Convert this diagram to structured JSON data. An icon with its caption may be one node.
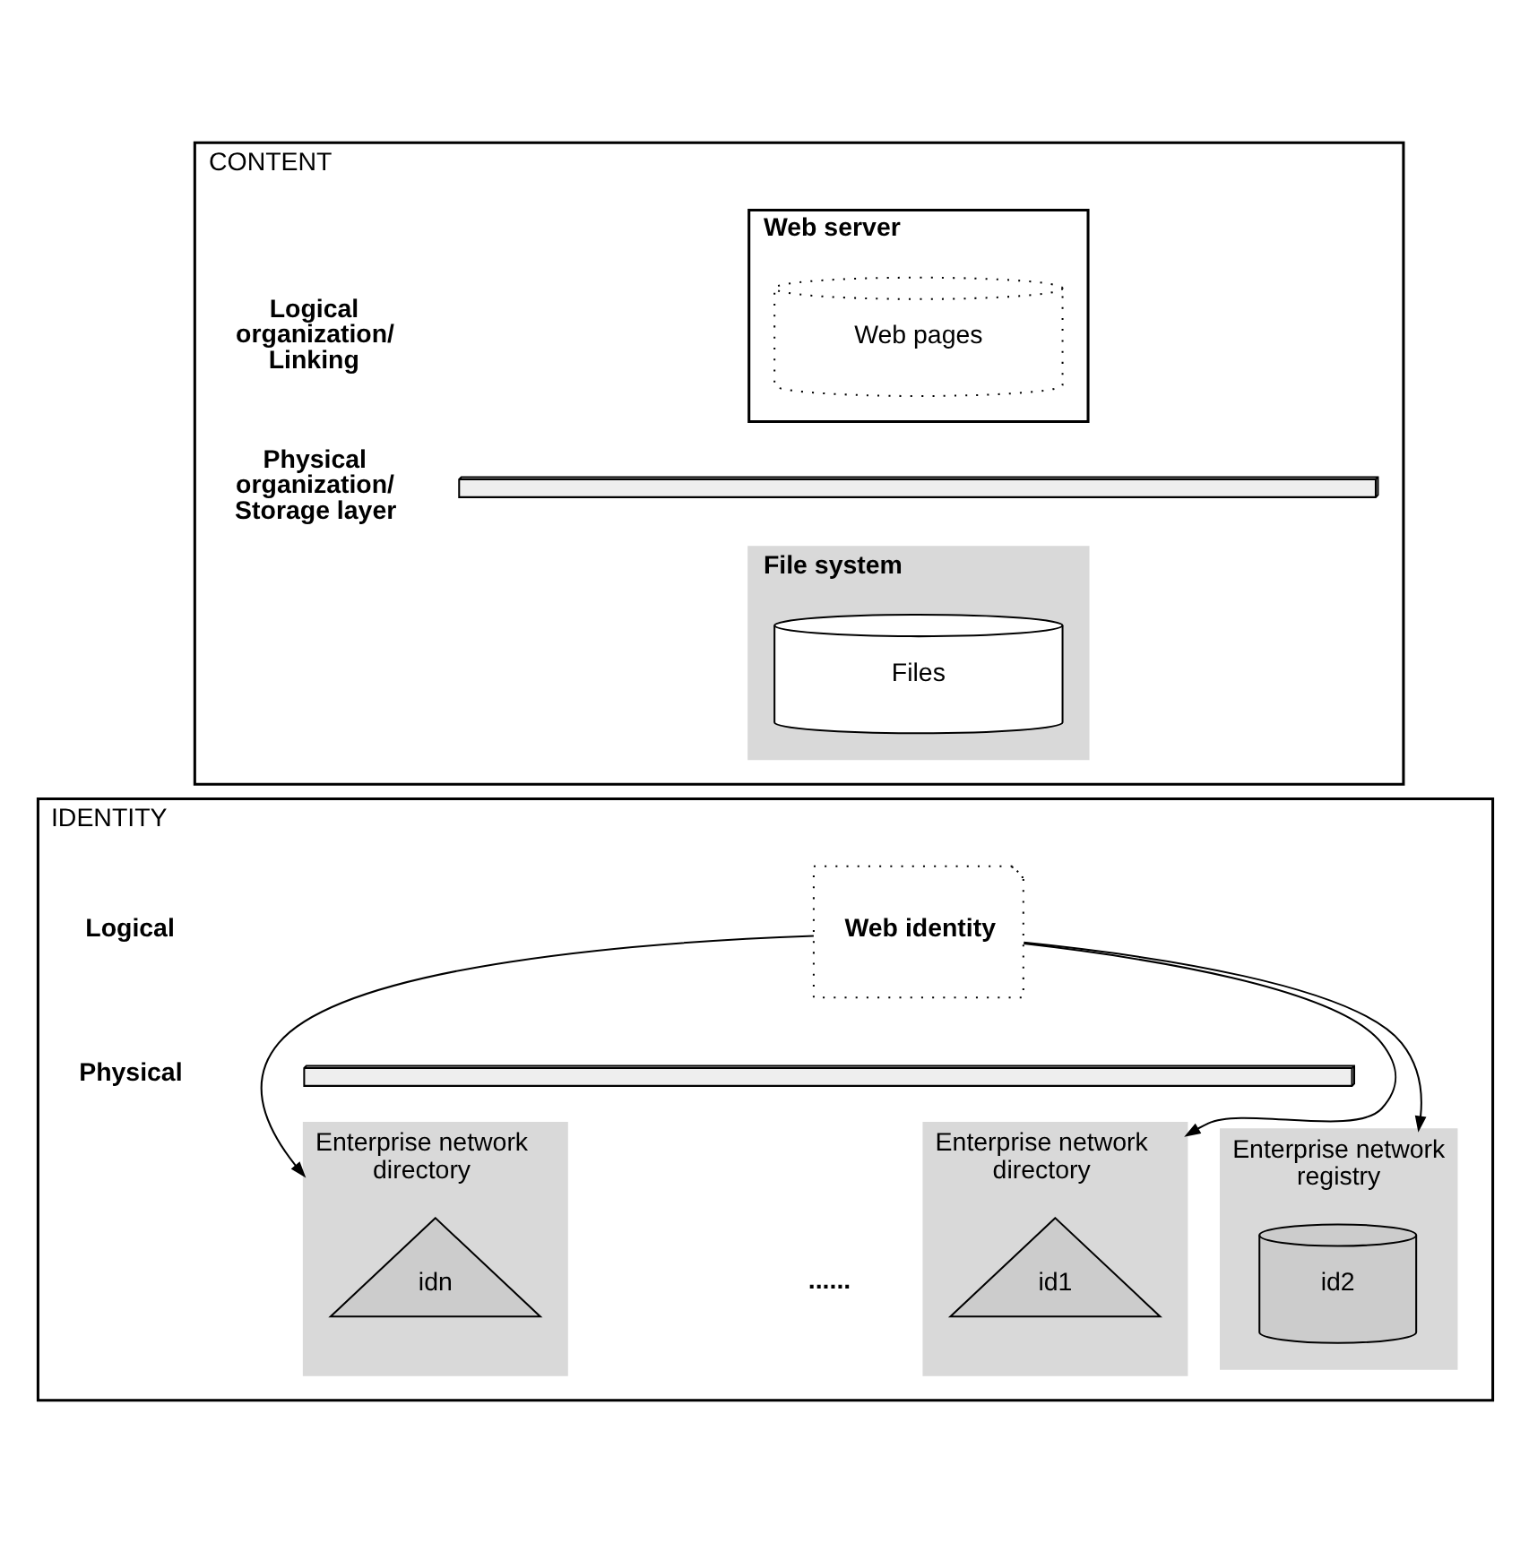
{
  "diagram": {
    "nodes": [
      {
        "text": [
          "CONTENT"
        ]
      },
      {
        "text": [
          "Web server"
        ],
        "in": 0
      },
      {
        "text": [
          "Web pages"
        ],
        "in": 1
      },
      {
        "text": [],
        "shape": "bar",
        "in": 0
      },
      {
        "text": [
          "File system"
        ],
        "in": 0
      },
      {
        "text": [
          "Files"
        ],
        "in": 4
      },
      {
        "text": [
          "IDENTITY"
        ]
      },
      {
        "text": [
          "Web identity"
        ],
        "in": 6
      },
      {
        "text": [],
        "shape": "bar",
        "in": 6
      },
      {
        "text": [
          "Enterprise network directory"
        ],
        "in": 6
      },
      {
        "text": [
          "id1"
        ],
        "in": 9
      },
      {
        "text": [
          "Enterprise network registry"
        ],
        "in": 6
      },
      {
        "text": [
          "id2"
        ],
        "in": 11
      },
      {
        "text": [
          "Enterprise network directory"
        ],
        "in": 6
      },
      {
        "text": [
          "idn"
        ],
        "in": 13
      }
    ],
    "edges": [
      {
        "from": 7,
        "to": 9,
        "arrow": "to"
      },
      {
        "from": 7,
        "to": 11,
        "arrow": "to"
      },
      {
        "from": 7,
        "to": 13,
        "arrow": "to"
      }
    ],
    "labels": [
      "Logical organization/ Linking",
      "Physical organization/ Storage layer",
      "Logical",
      "......",
      "Physical"
    ]
  }
}
